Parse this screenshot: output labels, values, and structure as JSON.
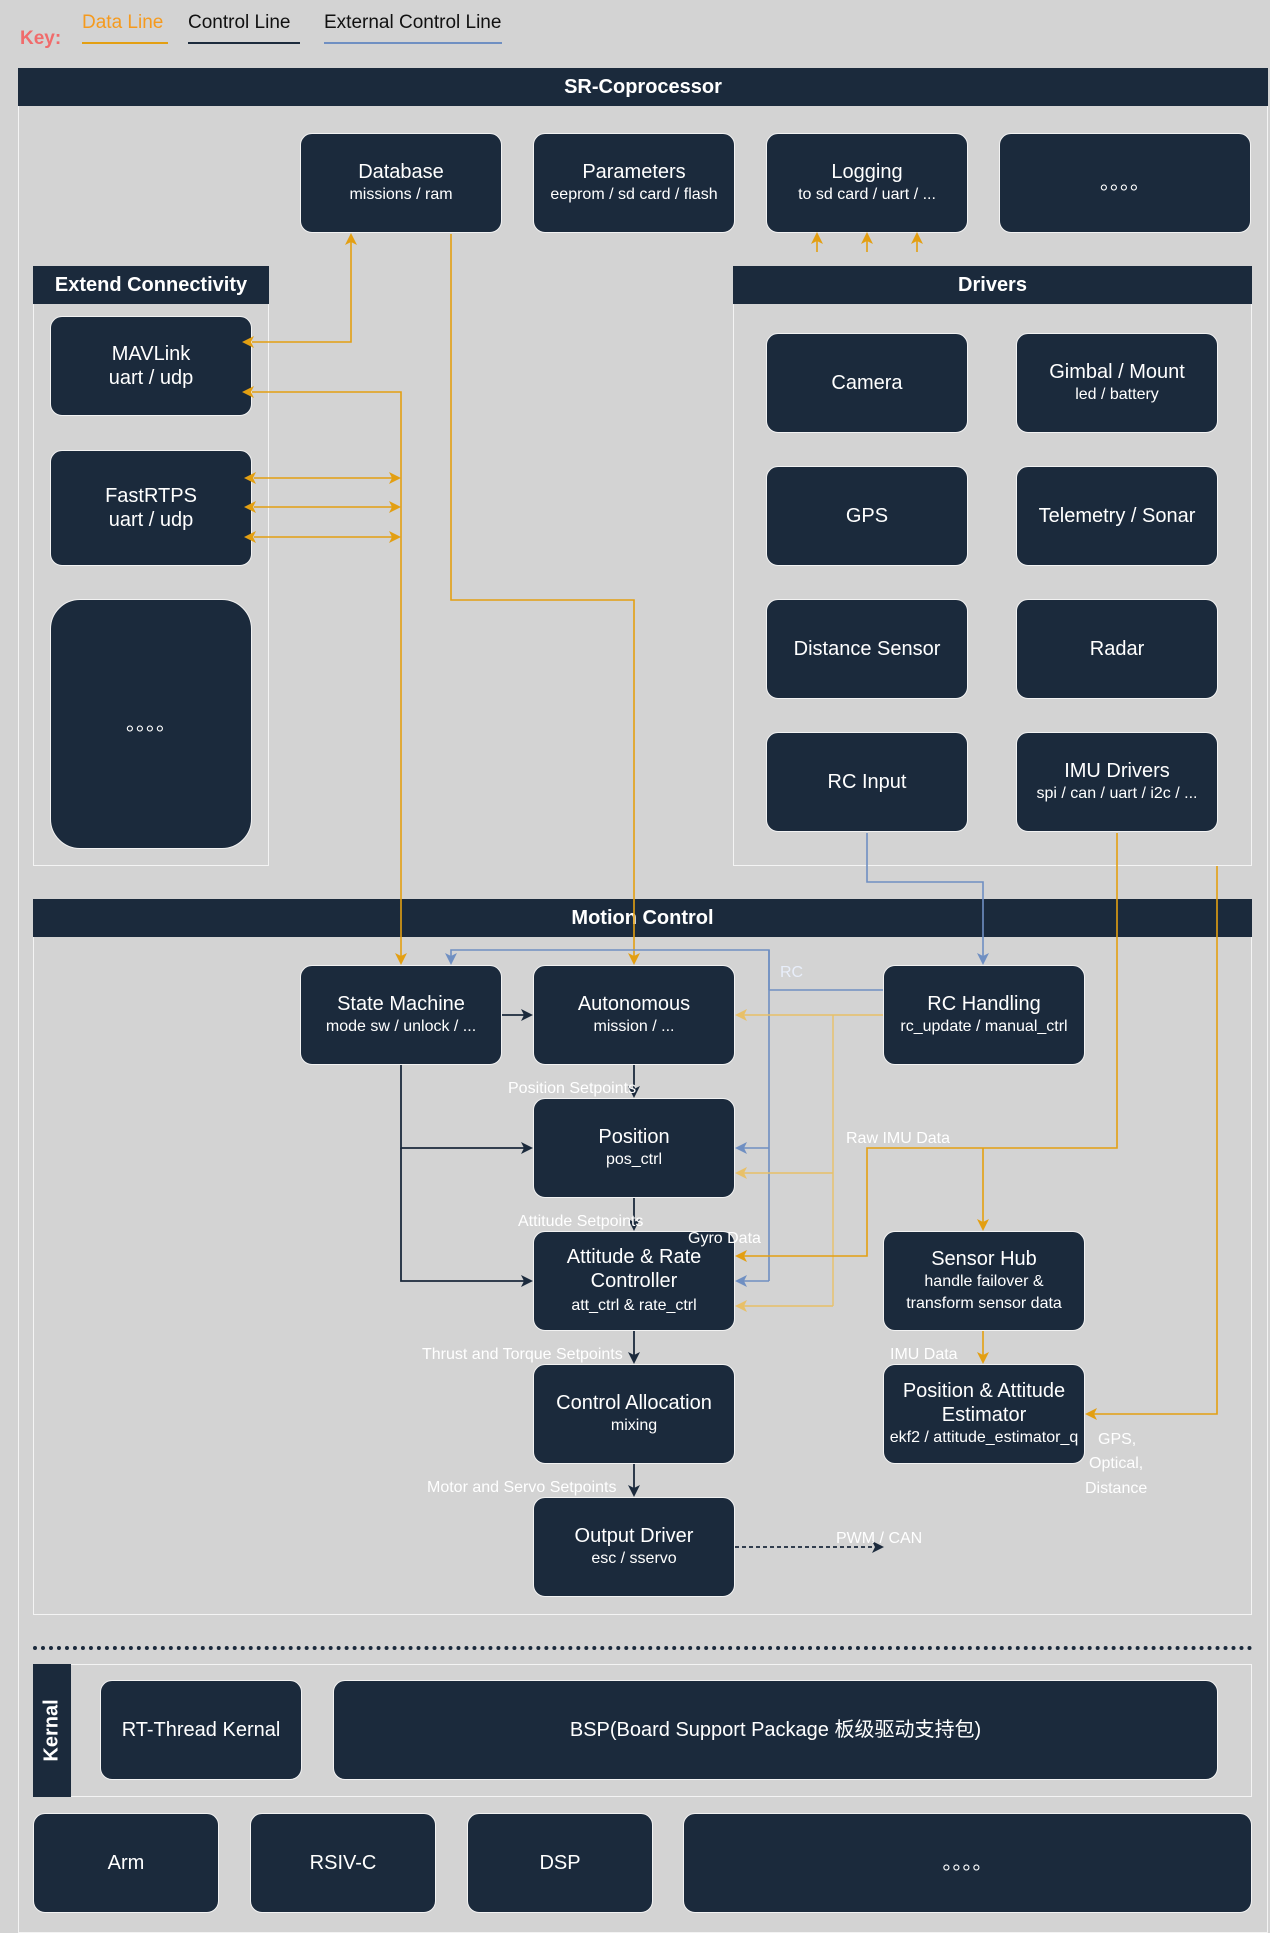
{
  "key": {
    "label": "Key:",
    "data_line": "Data Line",
    "control_line": "Control Line",
    "external_control_line": "External Control Line"
  },
  "colors": {
    "data_line": "#e39f12",
    "control_line": "#1b2a3c",
    "external_control_line": "#6f8fc2",
    "node_fill": "#1b2a3c",
    "background": "#d3d3d3",
    "key_label": "#f06b6b"
  },
  "coprocessor": {
    "title": "SR-Coprocessor"
  },
  "top_modules": {
    "database": {
      "title": "Database",
      "sub": "missions / ram"
    },
    "parameters": {
      "title": "Parameters",
      "sub": "eeprom / sd card / flash"
    },
    "logging": {
      "title": "Logging",
      "sub": "to sd card / uart / ..."
    },
    "more": {
      "title": "。。。。"
    }
  },
  "extend_connectivity": {
    "title": "Extend Connectivity",
    "mavlink": {
      "title": "MAVLink",
      "sub": "uart / udp"
    },
    "fastrtps": {
      "title": "FastRTPS",
      "sub": "uart / udp"
    },
    "more": {
      "title": "。。。。"
    }
  },
  "drivers": {
    "title": "Drivers",
    "camera": {
      "title": "Camera"
    },
    "gimbal": {
      "title": "Gimbal / Mount",
      "sub": "led / battery"
    },
    "gps": {
      "title": "GPS"
    },
    "telemetry": {
      "title": "Telemetry / Sonar"
    },
    "distance": {
      "title": "Distance Sensor"
    },
    "radar": {
      "title": "Radar"
    },
    "rc_input": {
      "title": "RC Input"
    },
    "imu": {
      "title": "IMU Drivers",
      "sub": "spi / can / uart / i2c / ..."
    }
  },
  "motion_control": {
    "title": "Motion Control",
    "state_machine": {
      "title": "State Machine",
      "sub": "mode sw / unlock / ..."
    },
    "autonomous": {
      "title": "Autonomous",
      "sub": "mission / ..."
    },
    "rc_handling": {
      "title": "RC Handling",
      "sub": "rc_update / manual_ctrl"
    },
    "position": {
      "title": "Position",
      "sub": "pos_ctrl"
    },
    "attitude": {
      "title1": "Attitude & Rate",
      "title2": "Controller",
      "sub": "att_ctrl & rate_ctrl"
    },
    "sensor_hub": {
      "title": "Sensor Hub",
      "sub1": "handle failover &",
      "sub2": "transform sensor data"
    },
    "control_alloc": {
      "title": "Control Allocation",
      "sub": "mixing"
    },
    "estimator": {
      "title1": "Position & Attitude",
      "title2": "Estimator",
      "sub": "ekf2 / attitude_estimator_q"
    },
    "output_driver": {
      "title": "Output Driver",
      "sub": "esc / sservo"
    },
    "labels": {
      "rc": "RC",
      "position_setpoints": "Position Setpoints",
      "raw_imu": "Raw IMU Data",
      "attitude_setpoints": "Attitude Setpoints",
      "gyro_data": "Gyro Data",
      "thrust_torque": "Thrust and Torque Setpoints",
      "imu_data": "IMU Data",
      "gps_opt_1": "GPS,",
      "gps_opt_2": "Optical,",
      "gps_opt_3": "Distance",
      "motor_servo": "Motor and Servo Setpoints",
      "pwm_can": "PWM / CAN"
    }
  },
  "kernal": {
    "title": "Kernal",
    "rtthread": {
      "title": "RT-Thread Kernal"
    },
    "bsp": {
      "title": "BSP(Board Support Package 板级驱动支持包)"
    }
  },
  "platforms": {
    "arm": "Arm",
    "rsiv": "RSIV-C",
    "dsp": "DSP",
    "more": "。。。。"
  }
}
